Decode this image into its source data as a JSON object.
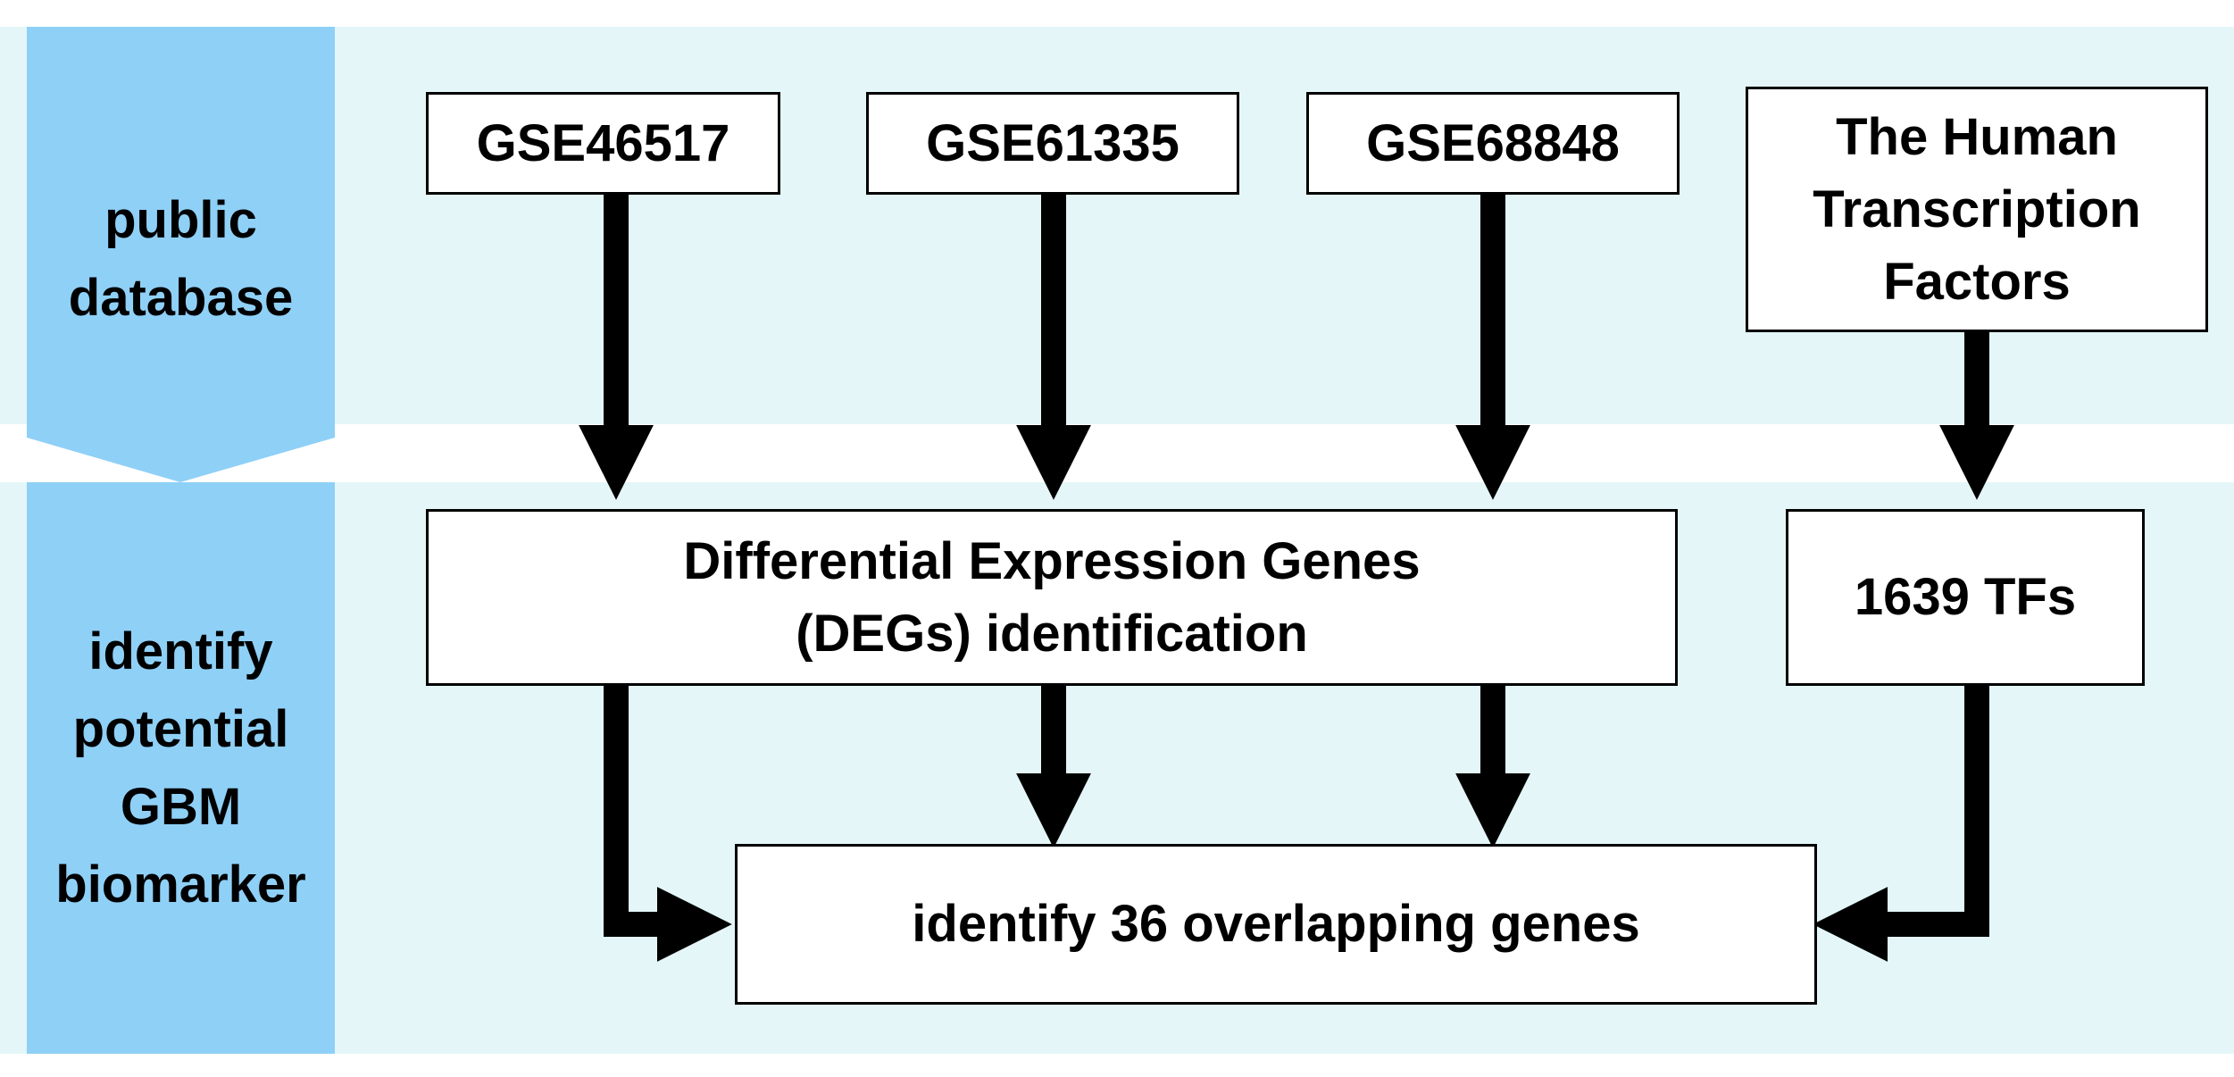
{
  "colors": {
    "band_background": "#e4f6f8",
    "side_panel": "#8fd0f7",
    "box_fill": "#ffffff",
    "box_border": "#000000",
    "arrow": "#000000"
  },
  "side_labels": {
    "public_database": "public\ndatabase",
    "identify_biomarker": "identify\npotential\nGBM\nbiomarker"
  },
  "sources": {
    "gse46517": "GSE46517",
    "gse61335": "GSE61335",
    "gse68848": "GSE68848",
    "human_tf": "The Human\nTranscription\nFactors"
  },
  "process": {
    "degs": "Differential Expression Genes\n(DEGs) identification",
    "tfs": "1639 TFs",
    "overlap": "identify 36 overlapping genes"
  }
}
